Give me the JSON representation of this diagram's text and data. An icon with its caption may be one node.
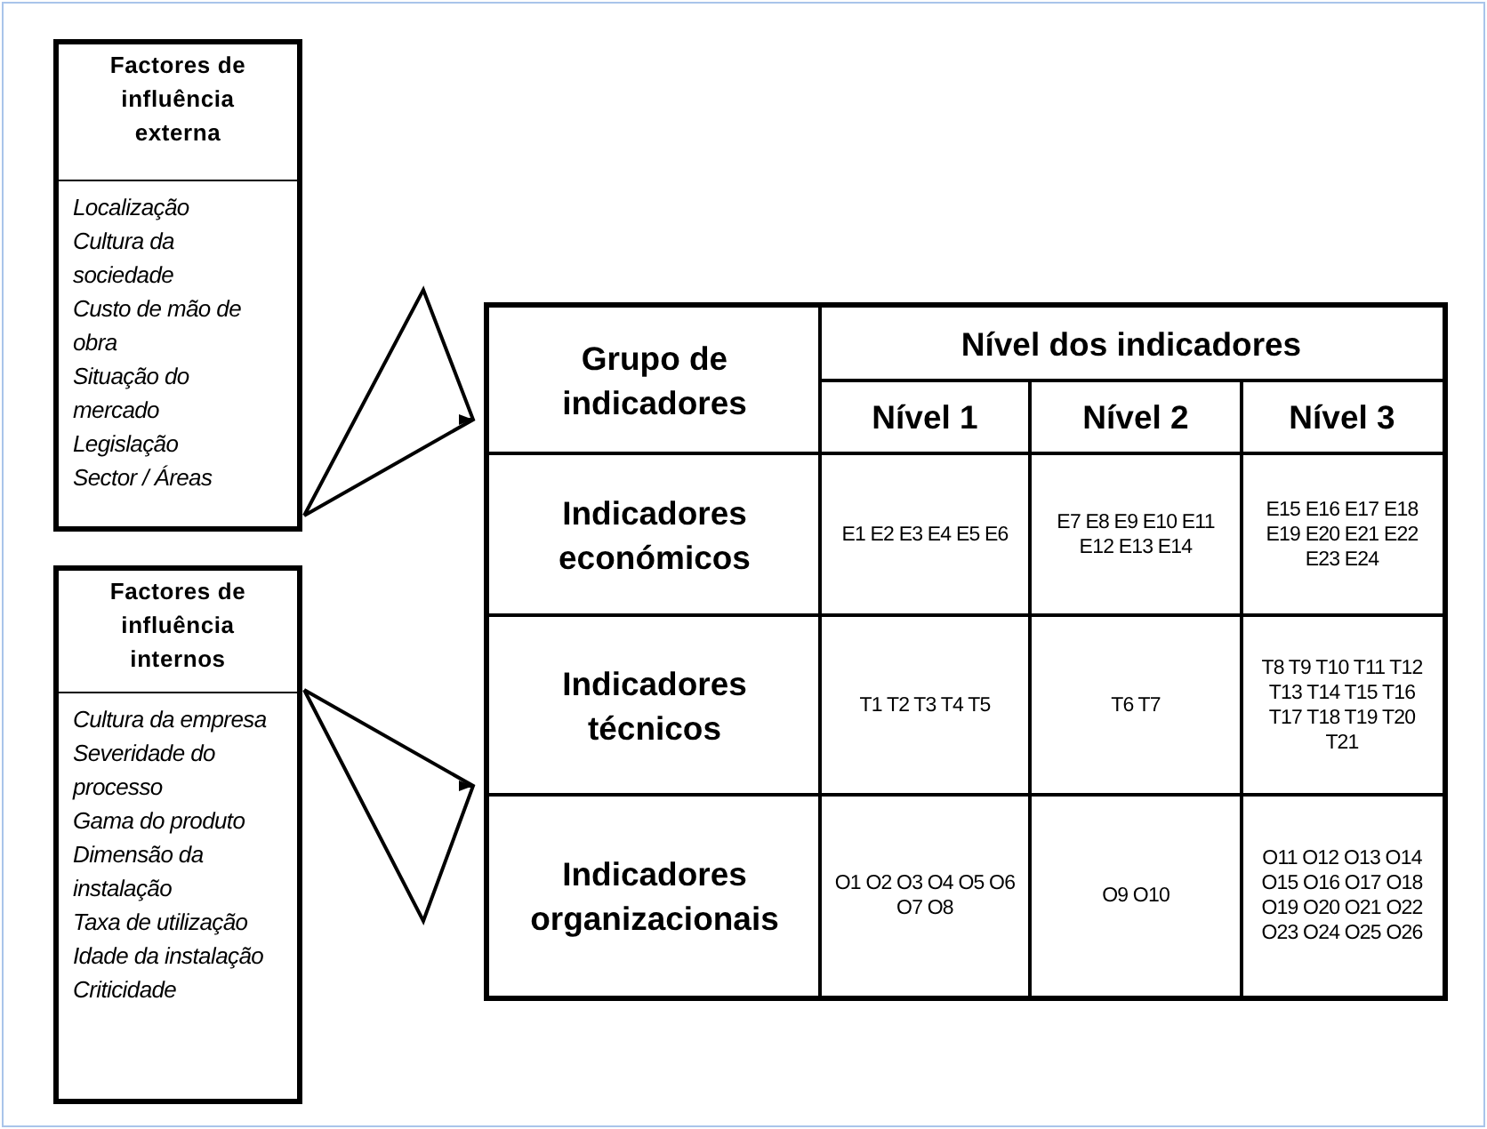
{
  "diagram": {
    "nodes": [
      {
        "text": [
          "Factores de influência externa",
          "Localização",
          "Cultura da sociedade",
          "Custo de mão de obra",
          "Situação do mercado",
          "Legislação",
          "Sector / Áreas"
        ]
      },
      {
        "text": [
          "Factores de influência internos",
          "Cultura da empresa",
          "Severidade do processo",
          "Gama do produto",
          "Dimensão da instalação",
          "Taxa de utilização",
          "Idade da instalação",
          "Criticidade"
        ]
      },
      {
        "text": [],
        "shape": "box"
      }
    ],
    "edges": [
      {
        "from": 0,
        "to": 2,
        "arrow": "to"
      },
      {
        "from": 1,
        "to": 2,
        "arrow": "to"
      }
    ],
    "labels": [
      "Grupo de indicadores",
      "Nível dos indicadores",
      "Nível 1",
      "Nível 2",
      "Nível 3",
      "Indicadores económicos",
      "E1 E2 E3 E4 E5 E6",
      "E7 E8 E9 E10 E11 E12 E13 E14",
      "E15 E16 E17 E18 E19 E20 E21 E22 E23 E24",
      "Indicadores técnicos",
      "T1 T2 T3 T4 T5",
      "T6 T7",
      "T8 T9 T10 T11 T12 T13 T14 T15 T16 T17 T18 T19 T20 T21",
      "Indicadores organizacionais",
      "O1 O2 O3 O4 O5 O6 O7 O8",
      "O9 O10",
      "O11 O12 O13 O14 O15 O16 O17 O18 O19 O20 O21 O22 O23 O24 O25 O26"
    ]
  }
}
